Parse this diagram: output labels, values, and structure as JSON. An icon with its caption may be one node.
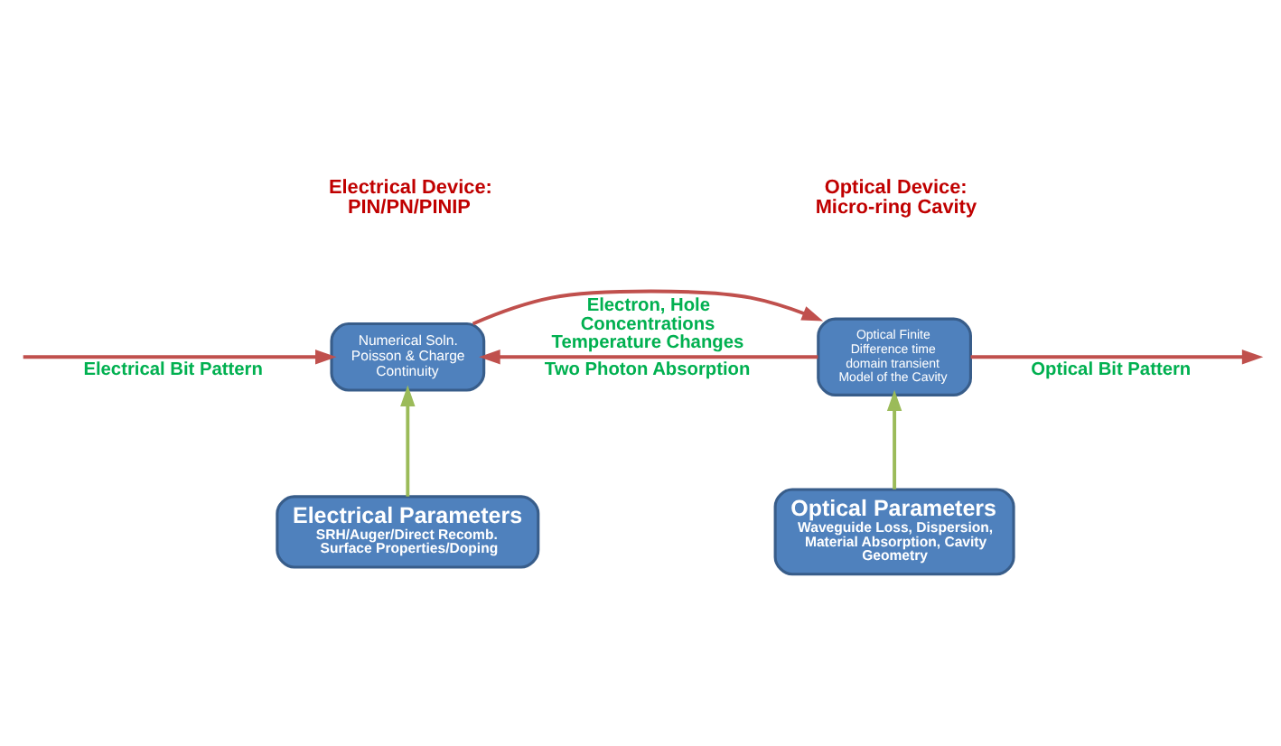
{
  "diagram": {
    "nodes": [
      {
        "text": [
          "Numerical Soln. Poisson & Charge Continuity"
        ]
      },
      {
        "text": [
          "Optical Finite Difference time domain transient Model of the Cavity"
        ]
      },
      {
        "text": [
          "Electrical Parameters",
          "SRH/Auger/Direct Recomb. Surface Properties/Doping"
        ]
      },
      {
        "text": [
          "Optical Parameters",
          "Waveguide Loss, Dispersion, Material Absorption, Cavity Geometry"
        ]
      }
    ],
    "edges": [
      {
        "from": null,
        "to": 0,
        "arrow": "to",
        "label": "Electrical Bit Pattern"
      },
      {
        "from": 0,
        "to": 1,
        "arrow": "to",
        "label": "Electron, Hole Concentrations Temperature Changes"
      },
      {
        "from": 1,
        "to": 0,
        "arrow": "to",
        "label": "Two Photon Absorption"
      },
      {
        "from": 1,
        "to": null,
        "arrow": "to",
        "label": "Optical Bit Pattern"
      },
      {
        "from": 2,
        "to": 0,
        "arrow": "to",
        "color": "#9bbb59"
      },
      {
        "from": 3,
        "to": 1,
        "arrow": "to",
        "color": "#9bbb59"
      }
    ],
    "labels": [
      "Electrical Device: PIN/PN/PINIP",
      "Optical Device: Micro-ring Cavity"
    ]
  }
}
